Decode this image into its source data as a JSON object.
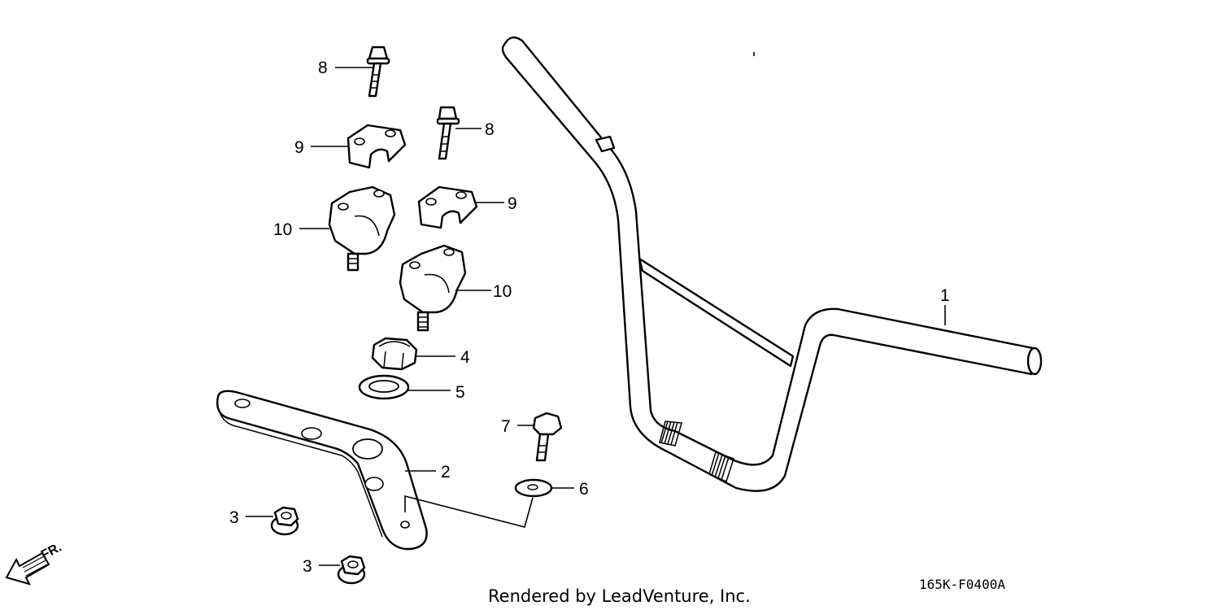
{
  "diagram": {
    "callouts": {
      "p1": "1",
      "p2": "2",
      "p3a": "3",
      "p3b": "3",
      "p4": "4",
      "p5": "5",
      "p6": "6",
      "p7": "7",
      "p8a": "8",
      "p8b": "8",
      "p9a": "9",
      "p9b": "9",
      "p10a": "10",
      "p10b": "10"
    },
    "direction_label": "FR.",
    "drawing_code": "165K-F0400A",
    "credit": "Rendered by LeadVenture, Inc."
  }
}
